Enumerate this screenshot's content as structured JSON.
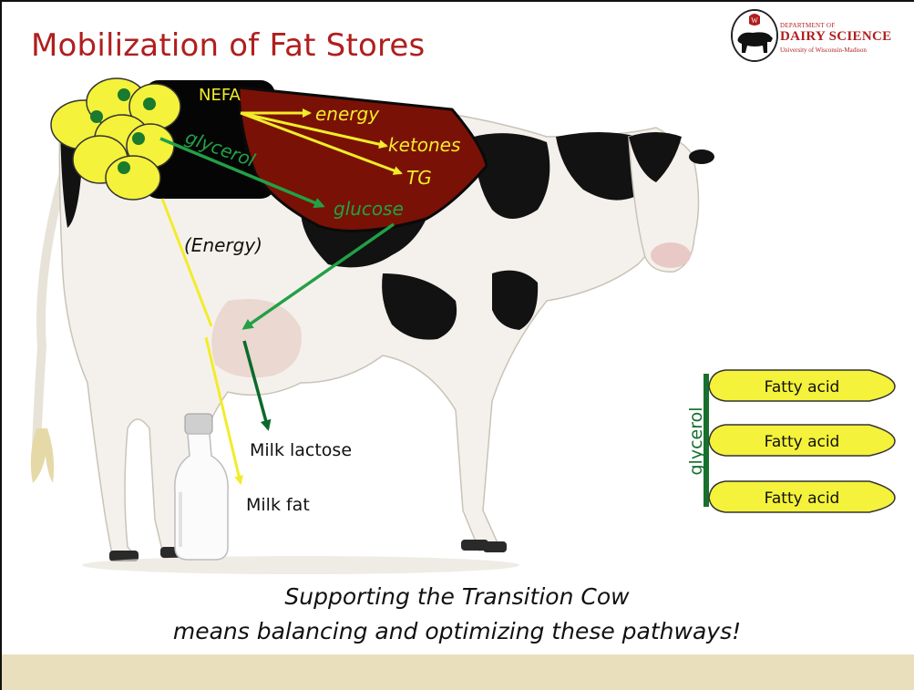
{
  "slide": {
    "title": "Mobilization of Fat Stores",
    "footer_line1": "Supporting the Transition Cow",
    "footer_line2": "means balancing and optimizing these pathways!"
  },
  "logo": {
    "line1": "DEPARTMENT OF",
    "line2": "DAIRY SCIENCE",
    "line3": "University of Wisconsin-Madison"
  },
  "adipose": {
    "nefa": "NEFA",
    "glycerol": "glycerol",
    "energy_path": "(Energy)"
  },
  "liver": {
    "products": [
      "energy",
      "ketones",
      "TG",
      "glucose"
    ]
  },
  "outputs": {
    "milk_lactose": "Milk lactose",
    "milk_fat": "Milk fat"
  },
  "triglyceride": {
    "backbone": "glycerol",
    "fatty_acids": [
      "Fatty acid",
      "Fatty acid",
      "Fatty acid"
    ]
  },
  "colors": {
    "title": "#b01e1e",
    "liver": "#7a1106",
    "nefa_arrow": "#f2ec2a",
    "glycerol_arrow": "#22a046",
    "lactose_arrow": "#0b6a2a",
    "adipocyte": "#f4f23a",
    "footer_band": "#eadfbd"
  }
}
